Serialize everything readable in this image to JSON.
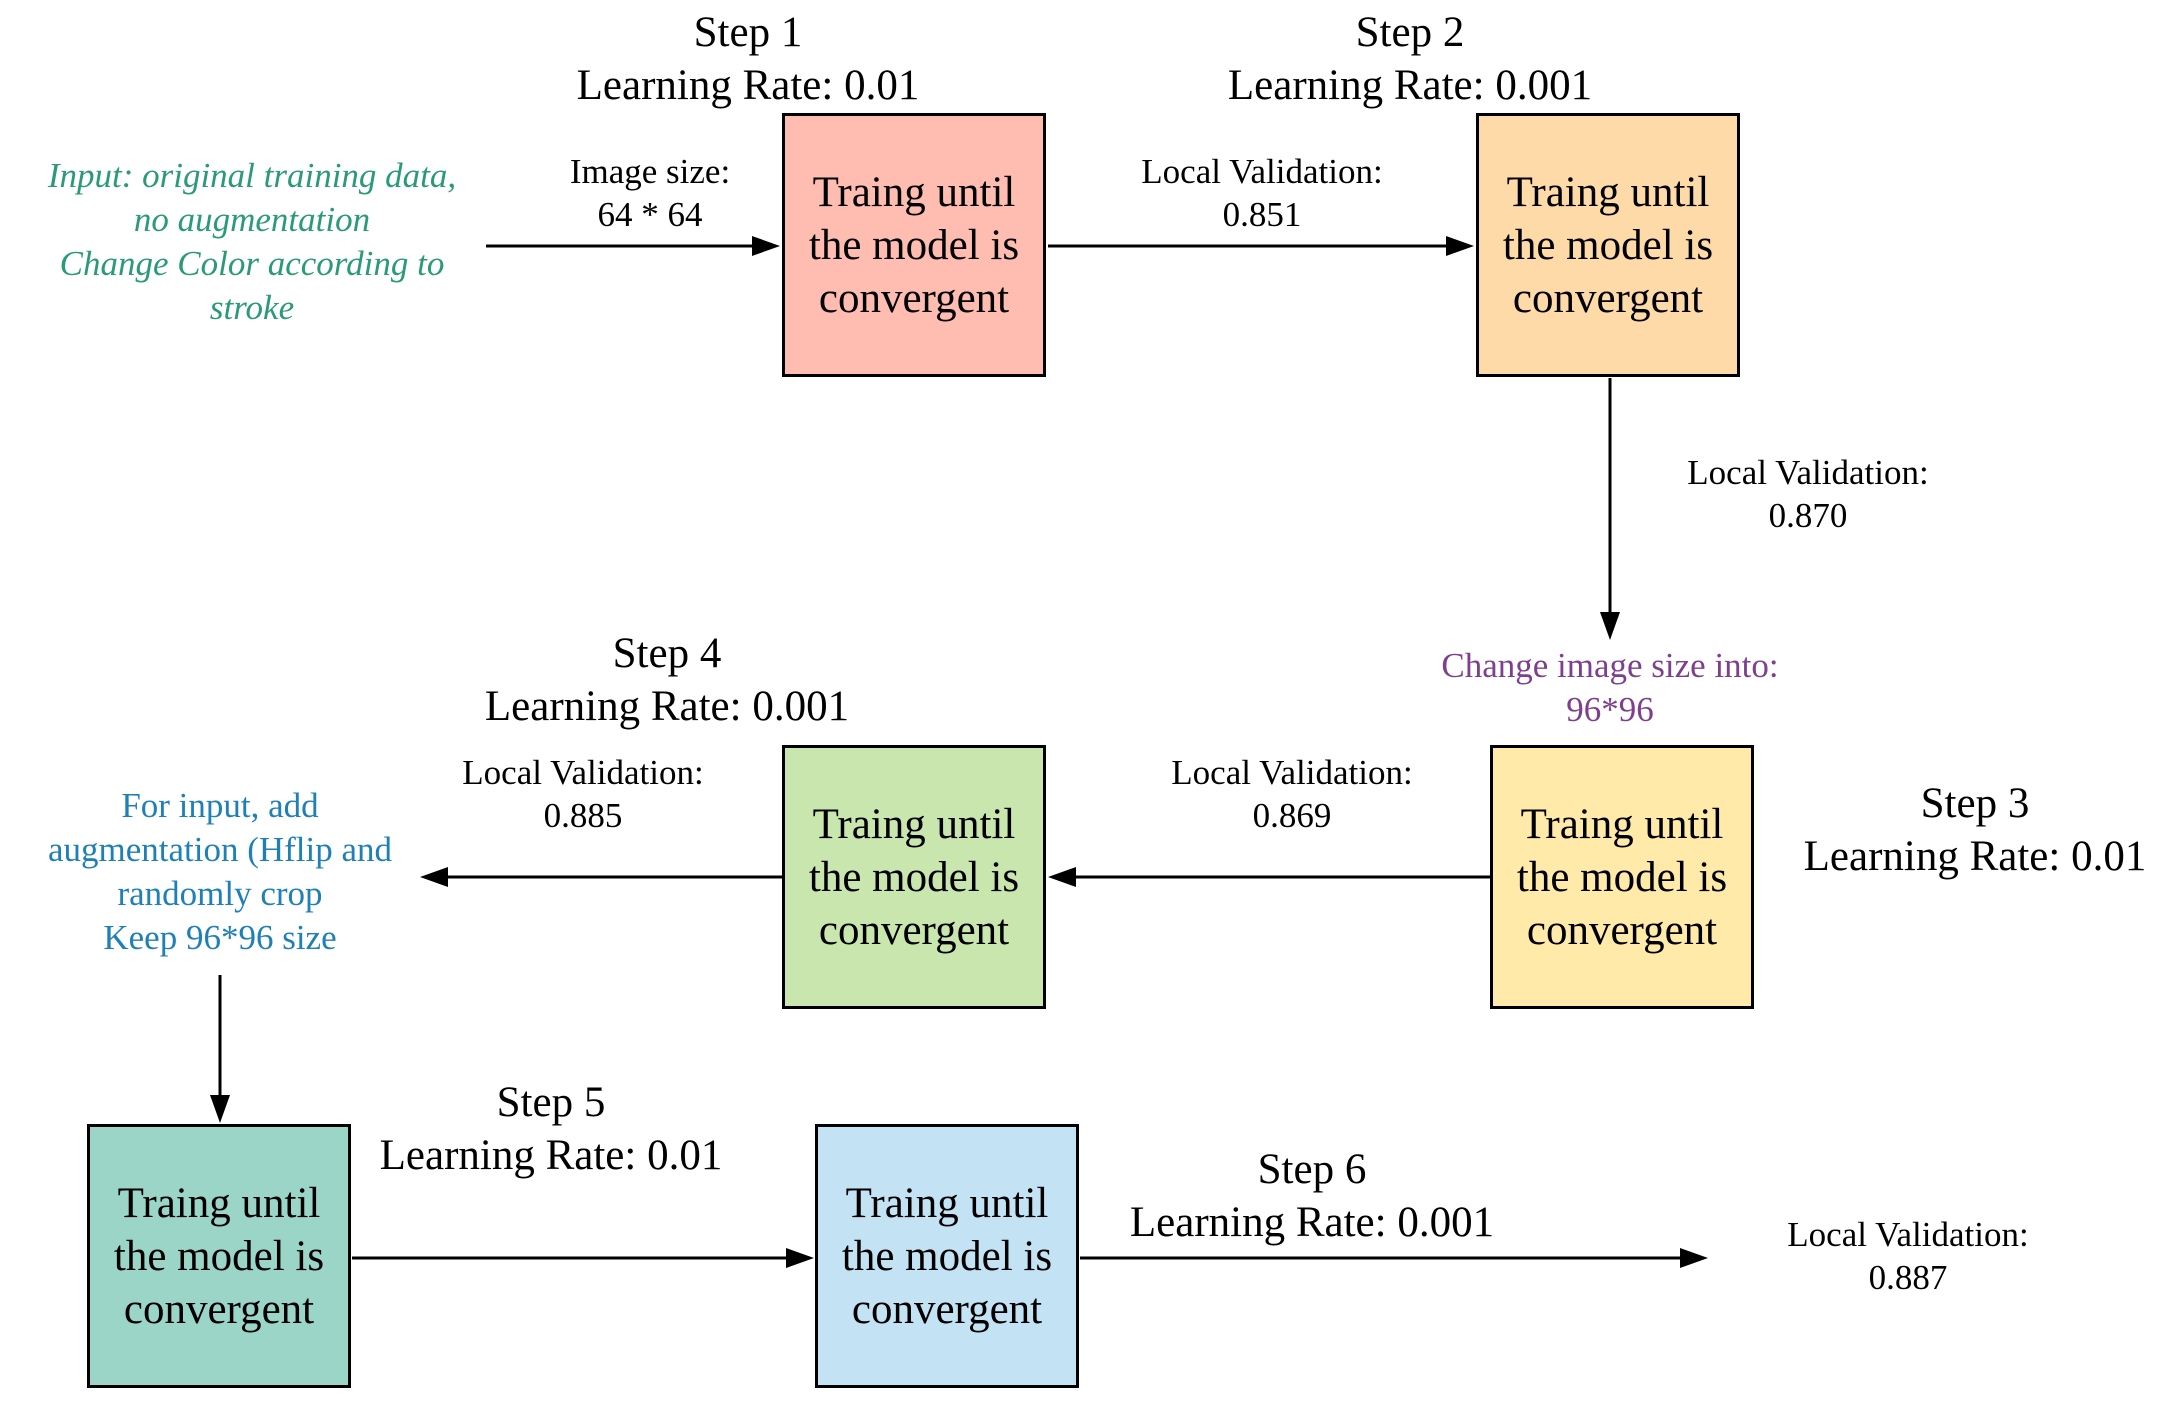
{
  "colors": {
    "step1": "#ffbcb1",
    "step2": "#ffdaa9",
    "step3": "#ffeaaa",
    "step4": "#c9e6ae",
    "step5": "#9bd5c8",
    "step6": "#c3e3f4",
    "input_note": "#2a9a78",
    "resize_note": "#7f3f8f",
    "augment_note": "#1f80b8"
  },
  "box_text": "Traing until\nthe model is\nconvergent",
  "steps": [
    {
      "title": "Step 1",
      "lr": "Learning Rate: 0.01"
    },
    {
      "title": "Step 2",
      "lr": "Learning Rate: 0.001"
    },
    {
      "title": "Step 3",
      "lr": "Learning Rate: 0.01"
    },
    {
      "title": "Step 4",
      "lr": "Learning Rate: 0.001"
    },
    {
      "title": "Step 5",
      "lr": "Learning Rate: 0.01"
    },
    {
      "title": "Step 6",
      "lr": "Learning Rate: 0.001"
    }
  ],
  "notes": {
    "input": "Input: original training data,\nno augmentation\nChange Color according to\nstroke",
    "resize": "Change image size into:\n96*96",
    "augment": "For input, add\naugmentation (Hflip and\nrandomly crop\nKeep 96*96 size"
  },
  "labels": {
    "image_size": "Image size:\n64 * 64",
    "val_1": "Local Validation:\n0.851",
    "val_2": "Local Validation:\n0.870",
    "val_3": "Local Validation:\n0.869",
    "val_4": "Local Validation:\n0.885",
    "val_6": "Local Validation:\n0.887"
  }
}
